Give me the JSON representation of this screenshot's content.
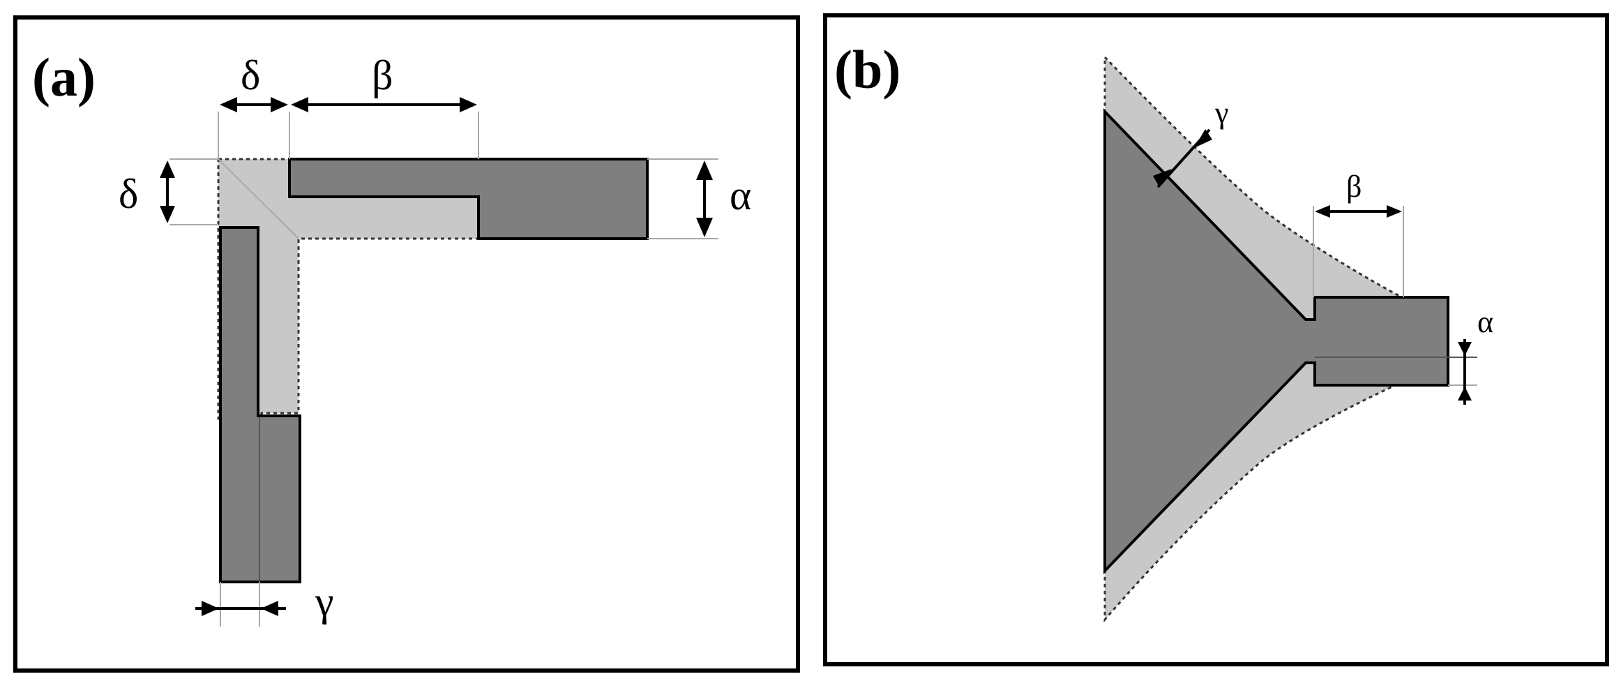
{
  "panels": {
    "a": {
      "label": "(a)",
      "dimensions": {
        "delta_top": "δ",
        "delta_left": "δ",
        "beta": "β",
        "alpha": "α",
        "gamma": "γ"
      }
    },
    "b": {
      "label": "(b)",
      "dimensions": {
        "gamma": "γ",
        "beta": "β",
        "alpha": "α"
      }
    }
  },
  "colors": {
    "frame": "#000000",
    "dark_region": "#7f7f7f",
    "light_region": "#c8c8c8",
    "extension_lines": "#a9a9a9"
  }
}
